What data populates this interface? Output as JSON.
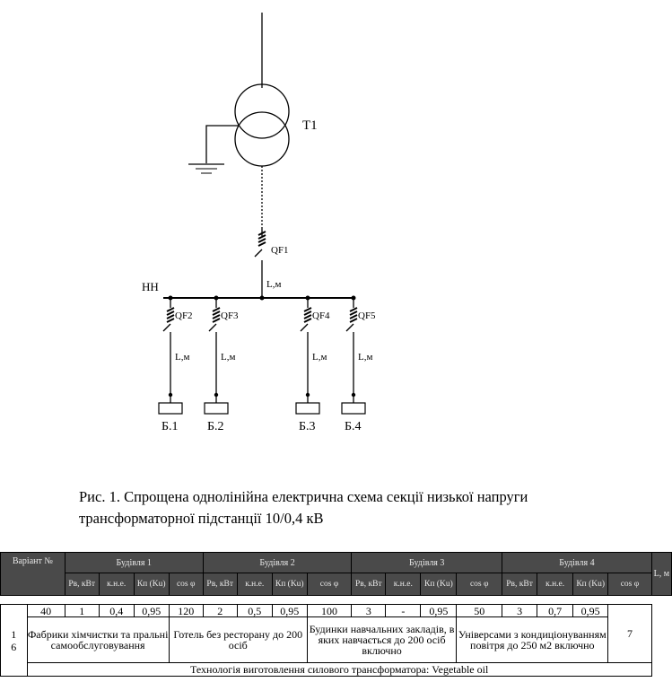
{
  "diagram": {
    "transformer_label": "T1",
    "bus_label": "НН",
    "main_breaker_label": "QF1",
    "main_cable_label": "L,м",
    "feeders": [
      {
        "breaker": "QF2",
        "cable": "L,м",
        "load": "Б.1"
      },
      {
        "breaker": "QF3",
        "cable": "L,м",
        "load": "Б.2"
      },
      {
        "breaker": "QF4",
        "cable": "L,м",
        "load": "Б.3"
      },
      {
        "breaker": "QF5",
        "cable": "L,м",
        "load": "Б.4"
      }
    ]
  },
  "caption": {
    "line1": "Рис. 1. Спрощена однолінійна електрична схема секції низької напруги",
    "line2": "трансформаторної підстанції 10/0,4 кВ"
  },
  "table": {
    "variant_header": "Варіант №",
    "length_header": "L, м",
    "building_headers": [
      "Будівля 1",
      "Будівля 2",
      "Будівля 3",
      "Будівля 4"
    ],
    "sub_headers": {
      "p": "Pв, кВт",
      "k": "к.н.е.",
      "kp": "Кп (Ku)",
      "cos": "cos φ"
    },
    "variant": "16",
    "length": "7",
    "buildings": [
      {
        "p": "40",
        "k": "1",
        "kp": "0,4",
        "cos": "0,95",
        "name": "Фабрики хімчистки та пральні самообслуговування"
      },
      {
        "p": "120",
        "k": "2",
        "kp": "0,5",
        "cos": "0,95",
        "name": "Готель без ресторану до 200 осіб"
      },
      {
        "p": "100",
        "k": "3",
        "kp": "-",
        "cos": "0,95",
        "name": "Будинки навчальних закладів, в яких навчається до 200 осіб включно"
      },
      {
        "p": "50",
        "k": "3",
        "kp": "0,7",
        "cos": "0,95",
        "name": "Універсами з кондиціонуванням повітря до 250 м2 включно"
      }
    ],
    "technology": "Технологія виготовлення силового трансформатора: Vegetable oil"
  }
}
